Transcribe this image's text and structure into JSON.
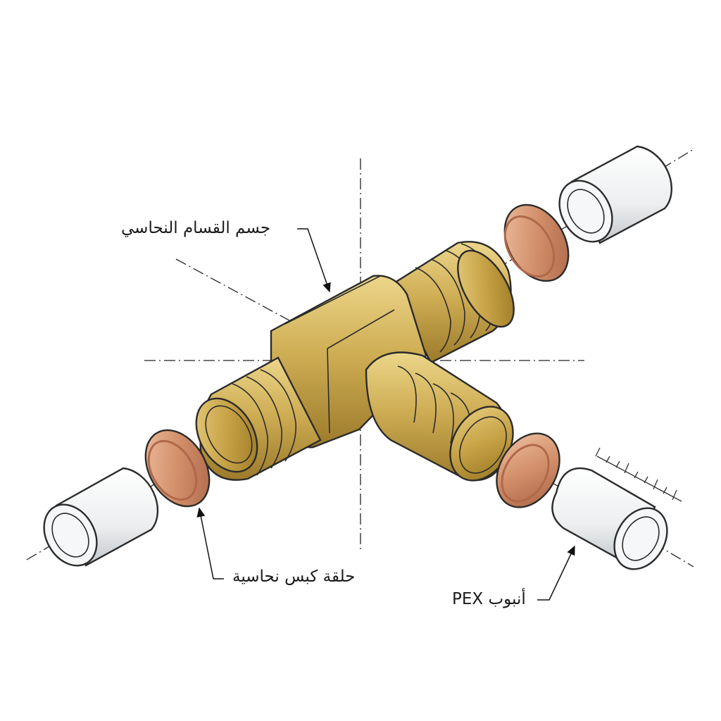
{
  "labels": {
    "brass_tee_body": "جسم القسام النحاسي",
    "copper_crimp_ring": "حلقة كبس نحاسية",
    "pex_pipe": "أنبوب PEX"
  },
  "colors": {
    "brass": "#c9a64a",
    "brass_dark": "#8f6f22",
    "brass_light": "#e6cf80",
    "copper": "#c9825e",
    "copper_light": "#e8b79a",
    "pipe": "#eceeef",
    "pipe_shade": "#c9cccf"
  }
}
